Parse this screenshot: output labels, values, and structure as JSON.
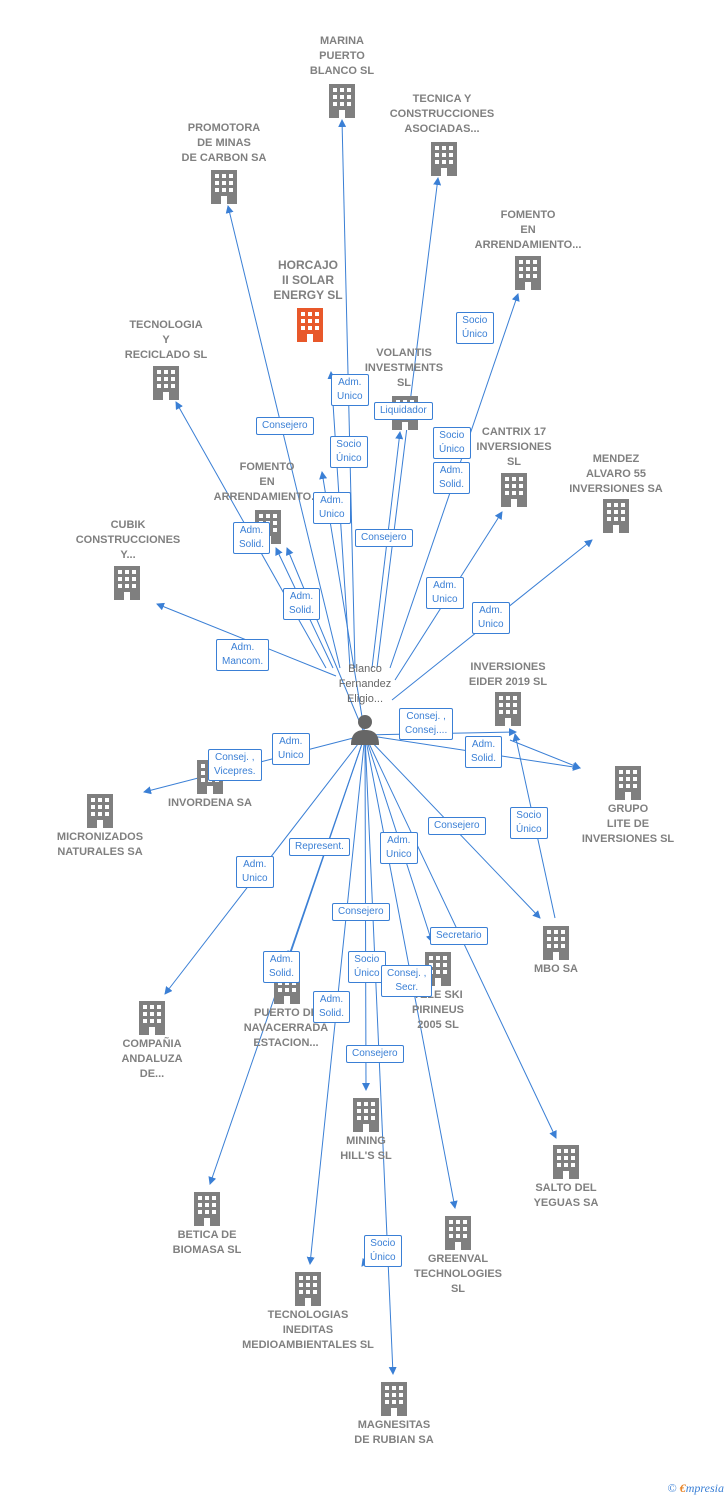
{
  "center": {
    "label": "Blanco\nFernandez\nEligio...",
    "icon": "person-icon"
  },
  "colors": {
    "edge": "#3a7fd5",
    "building": "#7f7f7f",
    "highlight": "#e8582a",
    "label": "#808080"
  },
  "companies": [
    {
      "id": "marina",
      "label": "MARINA\nPUERTO\nBLANCO SL"
    },
    {
      "id": "tecnica",
      "label": "TECNICA Y\nCONSTRUCCIONES\nASOCIADAS..."
    },
    {
      "id": "promotora",
      "label": "PROMOTORA\nDE MINAS\nDE CARBON SA"
    },
    {
      "id": "fomento1",
      "label": "FOMENTO\nEN\nARRENDAMIENTO..."
    },
    {
      "id": "horcajo",
      "label": "HORCAJO\nII SOLAR\nENERGY  SL",
      "highlight": true
    },
    {
      "id": "tecnologia",
      "label": "TECNOLOGIA\nY\nRECICLADO SL"
    },
    {
      "id": "volantis",
      "label": "VOLANTIS\nINVESTMENTS\nSL"
    },
    {
      "id": "cantrix",
      "label": "CANTRIX 17\nINVERSIONES\nSL"
    },
    {
      "id": "mendez",
      "label": "MENDEZ\nALVARO 55\nINVERSIONES SA"
    },
    {
      "id": "fomento2",
      "label": "FOMENTO\nEN\nARRENDAMIENTO..."
    },
    {
      "id": "cubik",
      "label": "CUBIK\nCONSTRUCCIONES\nY..."
    },
    {
      "id": "eider",
      "label": "INVERSIONES\nEIDER 2019  SL"
    },
    {
      "id": "grupolite",
      "label": "GRUPO\nLITE DE\nINVERSIONES SL"
    },
    {
      "id": "invordena",
      "label": "INVORDENA SA"
    },
    {
      "id": "micronizados",
      "label": "MICRONIZADOS\nNATURALES SA"
    },
    {
      "id": "mbo",
      "label": "MBO SA"
    },
    {
      "id": "teleski",
      "label": "TELE SKI\nPIRINEUS\n2005  SL"
    },
    {
      "id": "puerto",
      "label": "PUERTO DE\nNAVACERRADA\nESTACION..."
    },
    {
      "id": "andaluza",
      "label": "COMPAÑIA\nANDALUZA\nDE..."
    },
    {
      "id": "mining",
      "label": "MINING\nHILL'S SL"
    },
    {
      "id": "salto",
      "label": "SALTO DEL\nYEGUAS SA"
    },
    {
      "id": "betica",
      "label": "BETICA DE\nBIOMASA SL"
    },
    {
      "id": "greenval",
      "label": "GREENVAL\nTECHNOLOGIES\nSL"
    },
    {
      "id": "ineditas",
      "label": "TECNOLOGIAS\nINEDITAS\nMEDIOAMBIENTALES SL"
    },
    {
      "id": "magnesitas",
      "label": "MAGNESITAS\nDE RUBIAN SA"
    }
  ],
  "relations": [
    {
      "label": "Adm.\nUnico"
    },
    {
      "label": "Liquidador"
    },
    {
      "label": "Socio\nÚnico"
    },
    {
      "label": "Consejero"
    },
    {
      "label": "Socio\nÚnico"
    },
    {
      "label": "Socio\nÚnico"
    },
    {
      "label": "Adm.\nUnico"
    },
    {
      "label": "Adm.\nSolid."
    },
    {
      "label": "Consejero"
    },
    {
      "label": "Adm.\nSolid."
    },
    {
      "label": "Adm.\nSolid."
    },
    {
      "label": "Adm.\nUnico"
    },
    {
      "label": "Adm.\nUnico"
    },
    {
      "label": "Adm.\nMancom."
    },
    {
      "label": "Consej. ,\nConsej...."
    },
    {
      "label": "Adm.\nSolid."
    },
    {
      "label": "Adm.\nUnico"
    },
    {
      "label": "Consej. ,\nVicepres."
    },
    {
      "label": "Socio\nÚnico"
    },
    {
      "label": "Consejero"
    },
    {
      "label": "Adm.\nUnico"
    },
    {
      "label": "Represent."
    },
    {
      "label": "Adm.\nUnico"
    },
    {
      "label": "Consejero"
    },
    {
      "label": "Secretario"
    },
    {
      "label": "Adm.\nSolid."
    },
    {
      "label": "Socio\nÚnico"
    },
    {
      "label": "Consej. ,\nSecr."
    },
    {
      "label": "Adm.\nSolid."
    },
    {
      "label": "Consejero"
    },
    {
      "label": "Socio\nÚnico"
    }
  ],
  "footer": {
    "copyright": "©",
    "brand_e": "€",
    "brand_rest": "mpresia"
  }
}
